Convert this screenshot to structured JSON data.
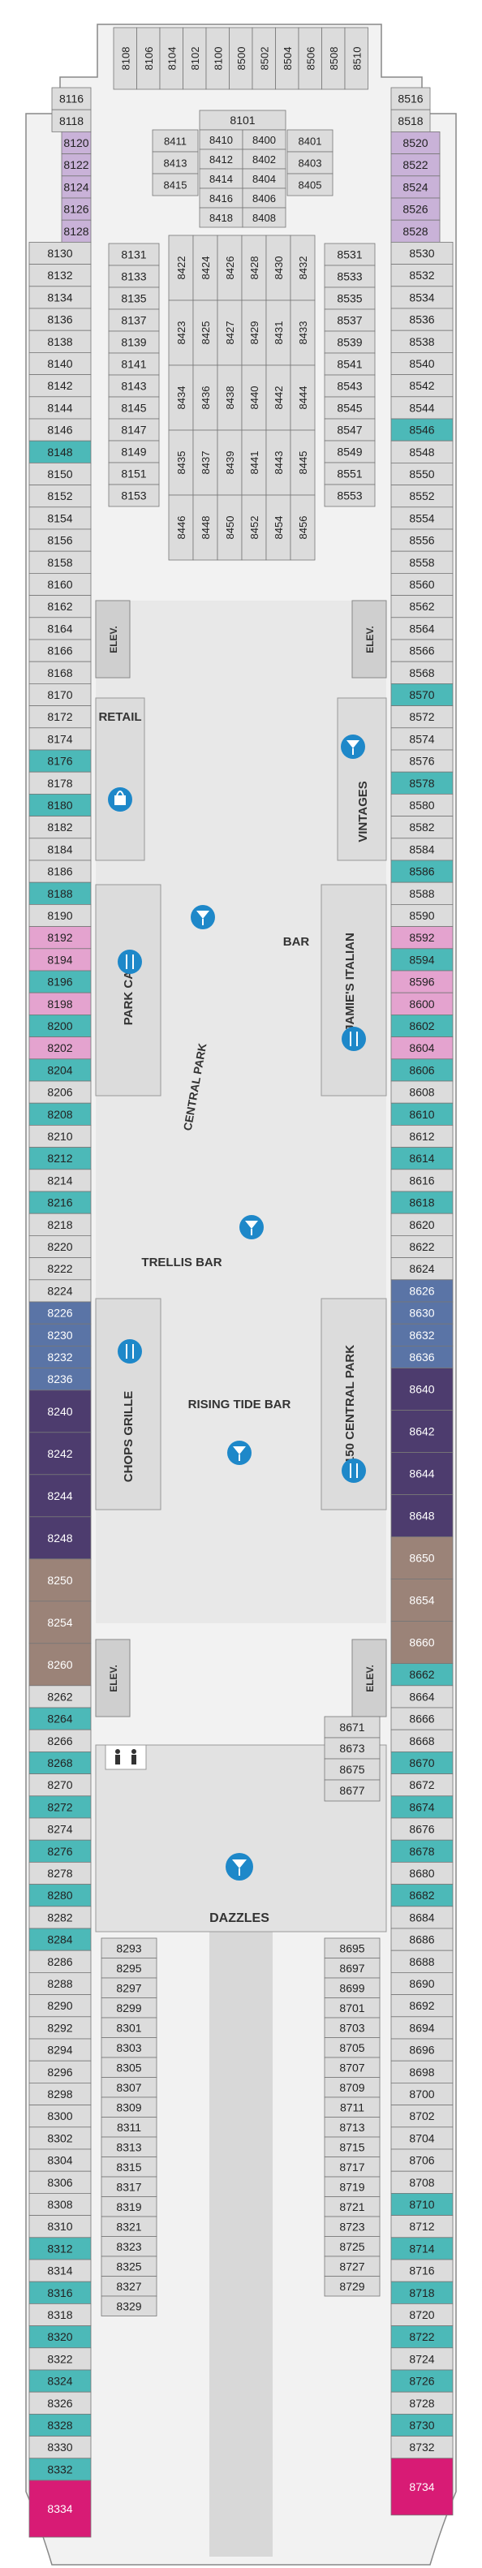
{
  "colors": {
    "standard": "#dcdcdc",
    "purple_light": "#c9b2d8",
    "purple_dark": "#4d3c6e",
    "pink": "#e4a3cf",
    "blue": "#5a74a6",
    "teal": "#4cb9b8",
    "teal_light": "#bfe9e4",
    "taupe": "#9b8378",
    "magenta": "#d81b75",
    "icon_blue": "#1e88c9"
  },
  "cabins": {
    "top_block": [
      "8108",
      "8106",
      "8104",
      "8102",
      "8100",
      "8500",
      "8502",
      "8504",
      "8506",
      "8508",
      "8510"
    ],
    "left_outer": [
      "8116",
      "8118",
      "8120",
      "8122",
      "8124",
      "8126",
      "8128",
      "8130",
      "8132",
      "8134",
      "8136",
      "8138",
      "8140",
      "8142",
      "8144",
      "8146",
      "8148",
      "8150",
      "8152",
      "8154",
      "8156",
      "8158",
      "8160",
      "8162",
      "8164",
      "8166",
      "8168",
      "8170",
      "8172",
      "8174",
      "8176",
      "8178",
      "8180",
      "8182",
      "8184",
      "8186",
      "8188",
      "8190",
      "8192",
      "8194",
      "8196",
      "8198",
      "8200",
      "8202",
      "8204",
      "8206",
      "8208",
      "8210",
      "8212",
      "8214",
      "8216",
      "8218",
      "8220",
      "8222",
      "8224",
      "8226",
      "8230",
      "8232",
      "8236",
      "8240",
      "8242",
      "8244",
      "8248",
      "8250",
      "8254",
      "8260",
      "8262",
      "8264",
      "8266",
      "8268",
      "8270",
      "8272",
      "8274",
      "8276",
      "8278",
      "8280",
      "8282",
      "8284",
      "8286",
      "8288",
      "8290",
      "8292",
      "8294",
      "8296",
      "8298",
      "8300",
      "8302",
      "8304",
      "8306",
      "8308",
      "8310",
      "8312",
      "8314",
      "8316",
      "8318",
      "8320",
      "8322",
      "8324",
      "8326",
      "8328",
      "8330",
      "8332",
      "8334"
    ],
    "right_outer": [
      "8516",
      "8518",
      "8520",
      "8522",
      "8524",
      "8526",
      "8528",
      "8530",
      "8532",
      "8534",
      "8536",
      "8538",
      "8540",
      "8542",
      "8544",
      "8546",
      "8548",
      "8550",
      "8552",
      "8554",
      "8556",
      "8558",
      "8560",
      "8562",
      "8564",
      "8566",
      "8568",
      "8570",
      "8572",
      "8574",
      "8576",
      "8578",
      "8580",
      "8582",
      "8584",
      "8586",
      "8588",
      "8590",
      "8592",
      "8594",
      "8596",
      "8600",
      "8602",
      "8604",
      "8606",
      "8608",
      "8610",
      "8612",
      "8614",
      "8616",
      "8618",
      "8620",
      "8622",
      "8624",
      "8626",
      "8630",
      "8632",
      "8636",
      "8640",
      "8642",
      "8644",
      "8648",
      "8650",
      "8654",
      "8660",
      "8662",
      "8664",
      "8666",
      "8668",
      "8670",
      "8672",
      "8674",
      "8676",
      "8678",
      "8680",
      "8682",
      "8684",
      "8686",
      "8688",
      "8690",
      "8692",
      "8694",
      "8696",
      "8698",
      "8700",
      "8702",
      "8704",
      "8706",
      "8708",
      "8710",
      "8712",
      "8714",
      "8716",
      "8718",
      "8720",
      "8722",
      "8724",
      "8726",
      "8728",
      "8730",
      "8732",
      "8734"
    ],
    "left_inner": [
      "8131",
      "8133",
      "8135",
      "8137",
      "8139",
      "8141",
      "8143",
      "8145",
      "8147",
      "8149",
      "8151",
      "8153"
    ],
    "right_inner": [
      "8531",
      "8533",
      "8535",
      "8537",
      "8539",
      "8541",
      "8543",
      "8545",
      "8547",
      "8549",
      "8551",
      "8553"
    ],
    "center_top": [
      "8101",
      "8410",
      "8400",
      "8412",
      "8402",
      "8414",
      "8404",
      "8416",
      "8406",
      "8418",
      "8408"
    ],
    "center_left_col": [
      "8411",
      "8413",
      "8415"
    ],
    "center_right_col": [
      "8401",
      "8403",
      "8405"
    ],
    "center_grid": [
      "8422",
      "8424",
      "8426",
      "8428",
      "8430",
      "8432",
      "8423",
      "8425",
      "8427",
      "8429",
      "8431",
      "8433",
      "8434",
      "8436",
      "8438",
      "8440",
      "8442",
      "8444",
      "8435",
      "8437",
      "8439",
      "8441",
      "8443",
      "8445",
      "8446",
      "8448",
      "8450",
      "8452",
      "8454",
      "8456"
    ],
    "aft_left": [
      "8293",
      "8295",
      "8297",
      "8299",
      "8301",
      "8303",
      "8305",
      "8307",
      "8309",
      "8311",
      "8313",
      "8315",
      "8317",
      "8319",
      "8321",
      "8323",
      "8325",
      "8327",
      "8329"
    ],
    "aft_right": [
      "8671",
      "8673",
      "8675",
      "8677",
      "8695",
      "8697",
      "8699",
      "8701",
      "8703",
      "8705",
      "8707",
      "8709",
      "8711",
      "8713",
      "8715",
      "8717",
      "8719",
      "8721",
      "8723",
      "8725",
      "8727",
      "8729"
    ]
  },
  "labels": {
    "retail": "RETAIL",
    "vintages": "VINTAGES",
    "bar": "BAR",
    "park_cafe": "PARK CAFÉ",
    "jamies_italian": "JAMIE'S ITALIAN",
    "central_park": "CENTRAL PARK",
    "trellis_bar": "TRELLIS BAR",
    "chops_grille": "CHOPS GRILLE",
    "rising_tide_bar": "RISING TIDE BAR",
    "central_park_150": "150 CENTRAL PARK",
    "elevator": "ELEV.",
    "dazzles": "DAZZLES"
  }
}
